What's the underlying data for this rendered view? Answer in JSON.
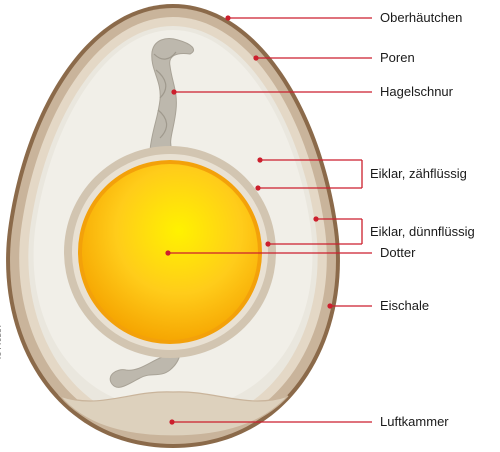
{
  "labels": {
    "oberhaeutchen": "Oberhäutchen",
    "poren": "Poren",
    "hagelschnur": "Hagelschnur",
    "eiklar_zaeh": "Eiklar, zähflüssig",
    "eiklar_duenn": "Eiklar, dünnflüssig",
    "dotter": "Dotter",
    "eischale": "Eischale",
    "luftkammer": "Luftkammer"
  },
  "stock_id": "48446237",
  "colors": {
    "shell_outer": "#8b6a4a",
    "shell": "#c9b49b",
    "membrane": "#e4d8c6",
    "albumen_thin": "#eae7de",
    "albumen_thick": "#f1efe8",
    "yolk_ring": "#d2c5b1",
    "yolk_center": "#fff200",
    "yolk_edge": "#f5a300",
    "chalaza": "#bdb8ad",
    "leader": "#cc1f2d"
  }
}
